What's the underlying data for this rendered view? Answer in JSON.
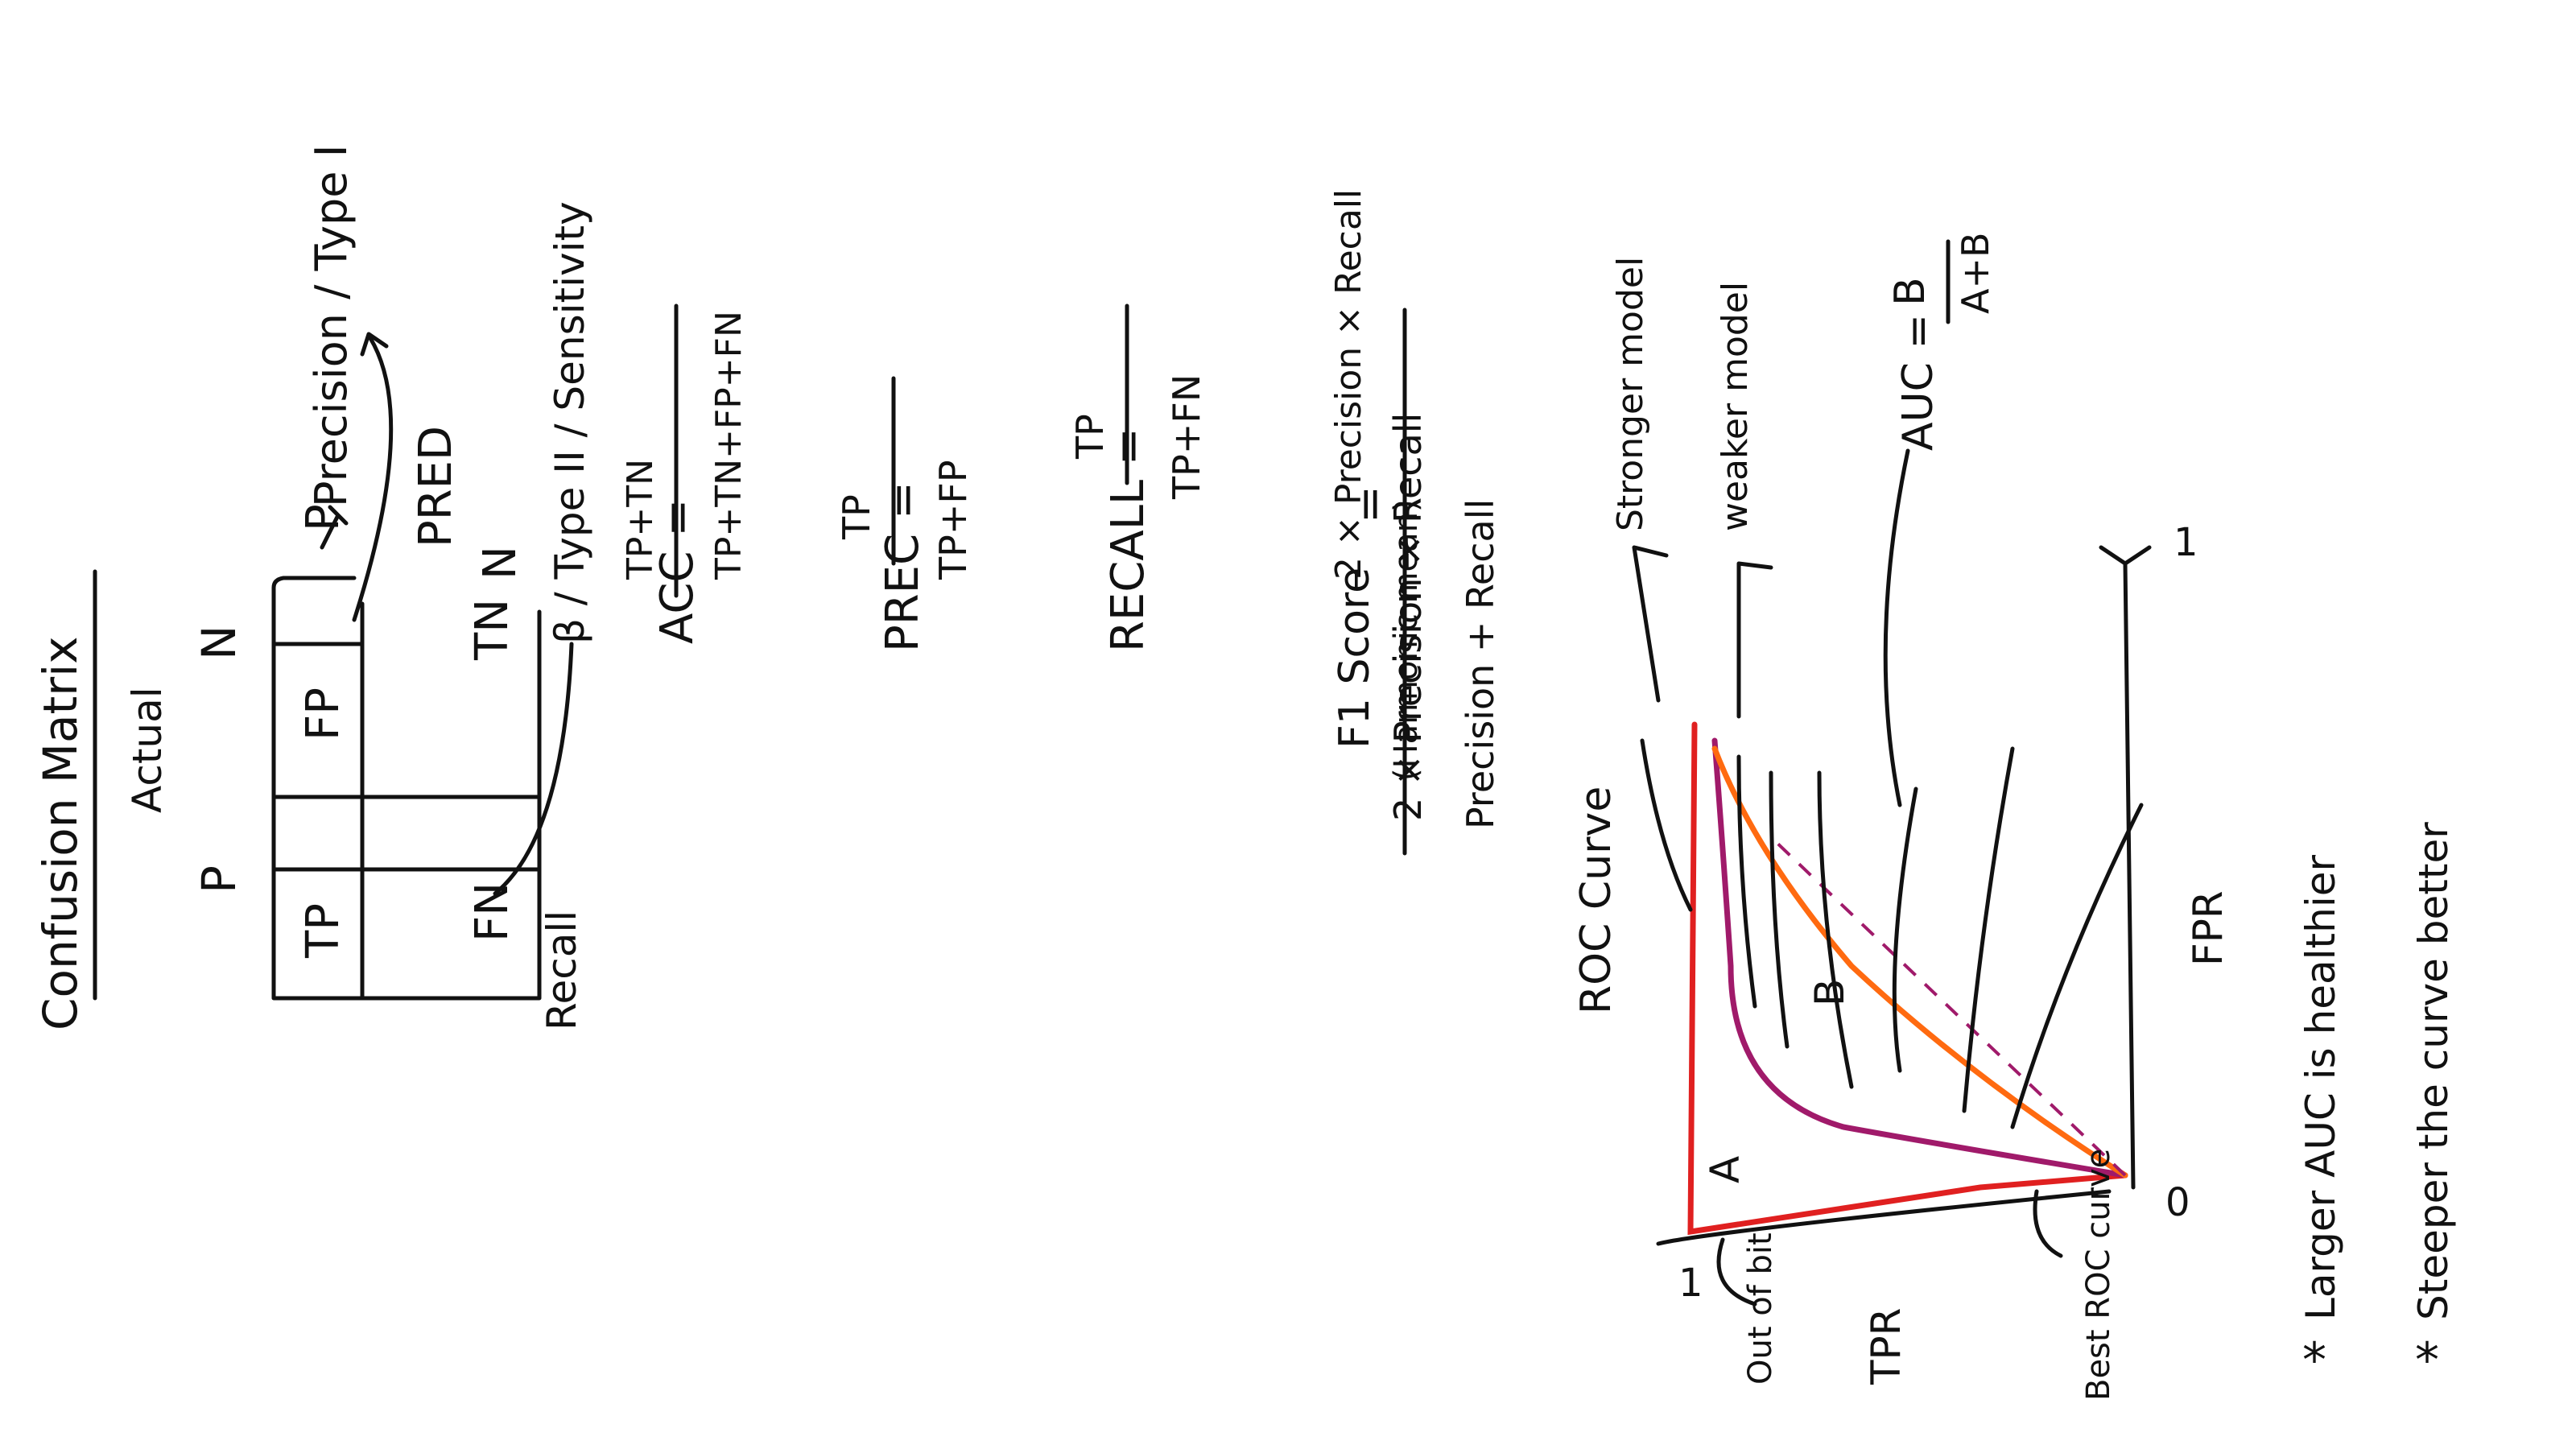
{
  "accent_colors": {
    "ink": "#111111",
    "red": "#e02020",
    "orange": "#ff6a10",
    "purple": "#a01a6a"
  },
  "confusion": {
    "title": "Confusion Matrix",
    "actual_label": "Actual",
    "pred_label": "PRED",
    "actual_p": "P",
    "actual_n": "N",
    "pred_p": "P",
    "pred_n": "N",
    "tp": "TP",
    "fp": "FP",
    "fn": "FN",
    "tn": "TN",
    "recall_label": "Recall",
    "precision_annot": "Precision / Type I",
    "beta_annot": "β / Type II / Sensitivity"
  },
  "formulas": {
    "acc": {
      "lhs": "ACC =",
      "num": "TP+TN",
      "den": "TP+TN+FP+FN"
    },
    "prec": {
      "lhs": "PREC =",
      "num": "TP",
      "den": "TP+FP"
    },
    "recall": {
      "lhs": "RECALL =",
      "num": "TP",
      "den": "TP+FN"
    },
    "f1": {
      "lhs": "F1 Score",
      "lhs2": "(Harmonic mean)",
      "eq": "=",
      "num": "2 × Precision × Recall",
      "den": "Precision + Recall"
    }
  },
  "roc": {
    "title": "ROC Curve",
    "y_axis": "TPR",
    "x_axis": "FPR",
    "y_one": "1",
    "x_one": "1",
    "origin": "0",
    "stronger": "Stronger model",
    "weaker": "weaker model",
    "region_a": "A",
    "region_b": "B",
    "auc_lhs": "AUC =",
    "auc_num": "B",
    "auc_den": "A+B",
    "out_label": "Out of bit",
    "best_label": "Best ROC curve",
    "note1": "Larger AUC is healthier",
    "note2": "Steeper the curve better",
    "bullet": "*"
  }
}
